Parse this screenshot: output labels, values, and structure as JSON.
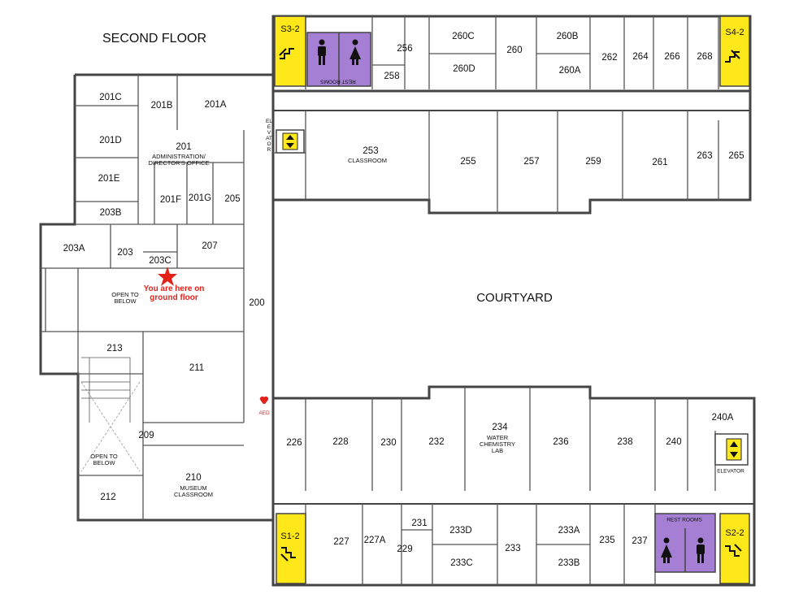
{
  "title": "SECOND FLOOR",
  "courtyard": "COURTYARD",
  "you_are_here": "You are here on ground floor",
  "aed": "AED",
  "colors": {
    "stair": "#ffe81a",
    "restroom": "#a57fd4",
    "wall": "#444444",
    "star": "#e32119"
  },
  "stairs": [
    {
      "id": "S3-2",
      "label": "S3-2"
    },
    {
      "id": "S4-2",
      "label": "S4-2"
    },
    {
      "id": "S1-2",
      "label": "S1-2"
    },
    {
      "id": "S2-2",
      "label": "S2-2"
    }
  ],
  "restrooms": [
    {
      "id": "north",
      "label": "REST ROOMS"
    },
    {
      "id": "south",
      "label": "REST ROOMS"
    }
  ],
  "elevators": [
    {
      "id": "north",
      "label": "ELEVATOR"
    },
    {
      "id": "south",
      "label": "ELEVATOR"
    }
  ],
  "rooms": {
    "r201": "201",
    "r201_sub": "ADMINISTRATION/ DIRECTOR'S OFFICE",
    "r201A": "201A",
    "r201B": "201B",
    "r201C": "201C",
    "r201D": "201D",
    "r201E": "201E",
    "r201F": "201F",
    "r201G": "201G",
    "r205": "205",
    "r207": "207",
    "r203": "203",
    "r203A": "203A",
    "r203B": "203B",
    "r203C": "203C",
    "open1": "OPEN TO BELOW",
    "open2": "OPEN TO BELOW",
    "r200": "200",
    "r213": "213",
    "r211": "211",
    "r209": "209",
    "r210": "210",
    "r210_sub": "MUSEUM CLASSROOM",
    "r212": "212",
    "r253": "253",
    "r253_sub": "CLASSROOM",
    "r255": "255",
    "r257": "257",
    "r259": "259",
    "r261": "261",
    "r263": "263",
    "r265": "265",
    "r256": "256",
    "r258": "258",
    "r260": "260",
    "r260A": "260A",
    "r260B": "260B",
    "r260C": "260C",
    "r260D": "260D",
    "r262": "262",
    "r264": "264",
    "r266": "266",
    "r268": "268",
    "r226": "226",
    "r228": "228",
    "r230": "230",
    "r232": "232",
    "r234": "234",
    "r234_sub": "WATER CHEMISTRY LAB",
    "r236": "236",
    "r238": "238",
    "r240": "240",
    "r240A": "240A",
    "r227": "227",
    "r227A": "227A",
    "r229": "229",
    "r231": "231",
    "r233": "233",
    "r233A": "233A",
    "r233B": "233B",
    "r233C": "233C",
    "r233D": "233D",
    "r235": "235",
    "r237": "237"
  }
}
